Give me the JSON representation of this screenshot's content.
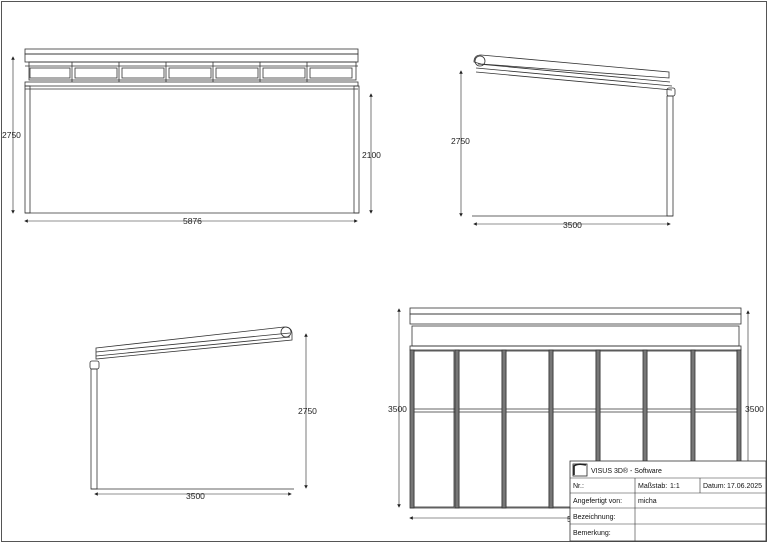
{
  "views": {
    "front": {
      "width": "5876",
      "height_total": "2750",
      "height_inner": "2100"
    },
    "side_right": {
      "height": "2750",
      "depth": "3500"
    },
    "side_left": {
      "height": "2750",
      "depth": "3500"
    },
    "iso": {
      "height_left": "3500",
      "height_right": "3500",
      "bottom_label": "5"
    }
  },
  "title_block": {
    "software": "VISUS 3D® - Software",
    "nr_label": "Nr.:",
    "scale_label": "Maßstab:",
    "scale_value": "1:1",
    "date_label": "Datum:",
    "date_value": "17.06.2025",
    "author_label": "Angefertigt von:",
    "author_value": "micha",
    "designation_label": "Bezeichnung:",
    "remark_label": "Bemerkung:"
  },
  "colors": {
    "line": "#333333",
    "frame": "#444444"
  }
}
